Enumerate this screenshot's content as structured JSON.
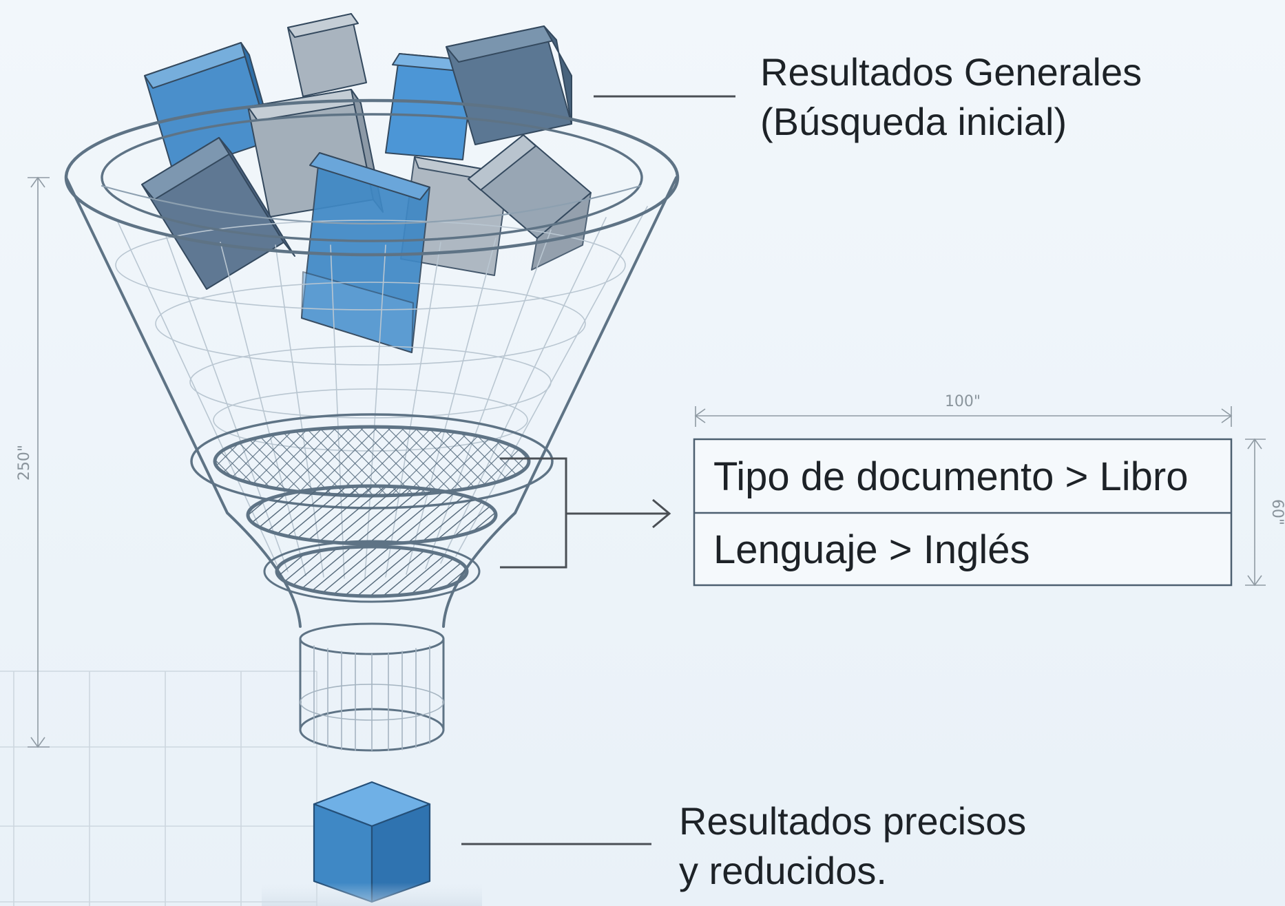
{
  "labels": {
    "top": {
      "line1": "Resultados Generales",
      "line2": "(Búsqueda inicial)"
    },
    "bottom": {
      "line1": "Resultados precisos",
      "line2": "y reducidos."
    }
  },
  "filters": [
    {
      "text": "Tipo de documento > Libro"
    },
    {
      "text": "Lenguaje > Inglés"
    }
  ],
  "dimensions": {
    "funnel_height": "250\"",
    "box_width": "100\"",
    "box_height": "60\""
  },
  "colors": {
    "background": "#eef4f9",
    "outline": "#5e7385",
    "cube_blue": "#3f88c5",
    "cube_slate": "#5f7893",
    "cube_gray": "#a3afba",
    "text": "#1d2227",
    "dimension_text": "#8a949c"
  }
}
